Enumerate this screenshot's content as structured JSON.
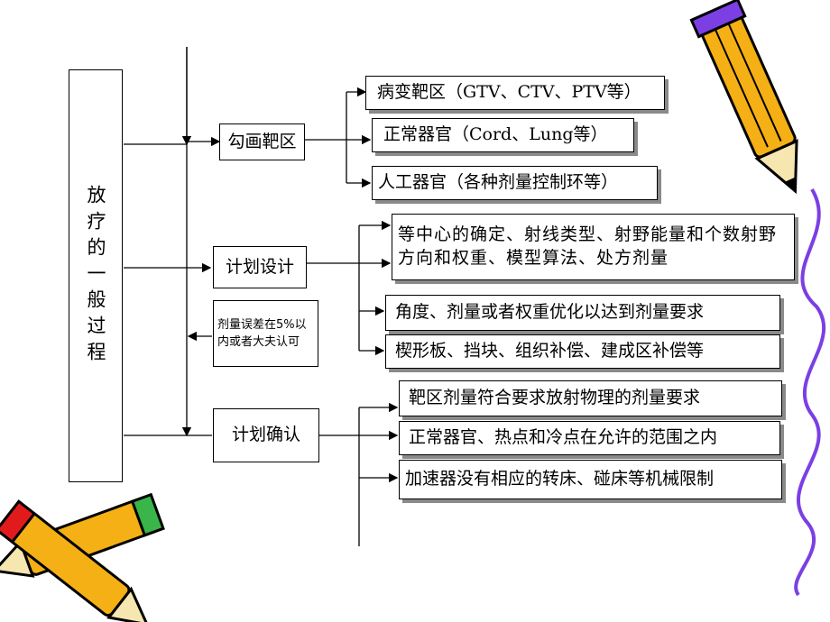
{
  "title": "放疗的一般过程",
  "steps": {
    "contour": {
      "label": "勾画靶区",
      "items": [
        "病变靶区（GTV、CTV、PTV等）",
        "正常器官（Cord、Lung等）",
        "人工器官（各种剂量控制环等）"
      ]
    },
    "plan": {
      "label": "计划设计",
      "items": [
        "等中心的确定、射线类型、射野能量和个数射野方向和权重、模型算法、处方剂量",
        "角度、剂量或者权重优化以达到剂量要求",
        "楔形板、挡块、组织补偿、建成区补偿等"
      ]
    },
    "confirm": {
      "label": "计划确认",
      "items": [
        "靶区剂量符合要求放射物理的剂量要求",
        "正常器官、热点和冷点在允许的范围之内",
        "加速器没有相应的转床、碰床等机械限制"
      ]
    }
  },
  "feedback_note": "剂量误差在5%以内或者大夫认可",
  "decorations": [
    "pencil-top-right",
    "pencil-bottom-left-1",
    "pencil-bottom-left-2",
    "squiggle-right"
  ]
}
